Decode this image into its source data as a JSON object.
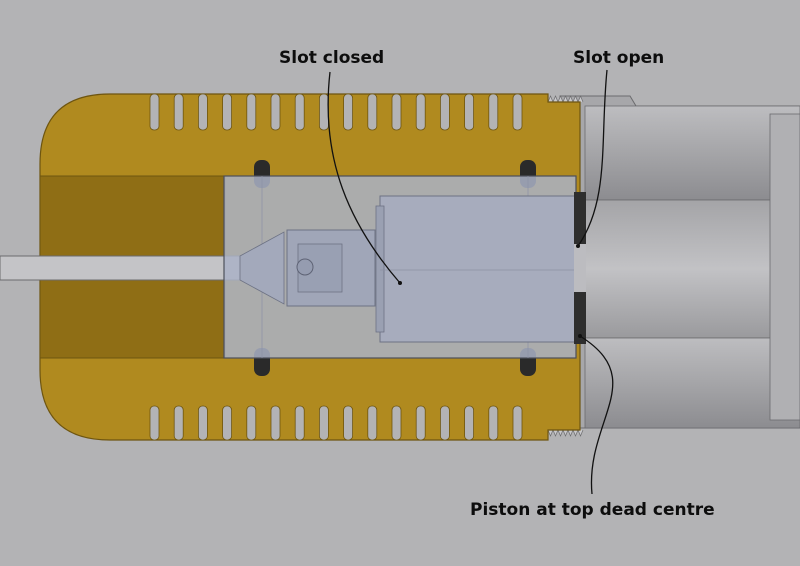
{
  "labels": {
    "slot_closed": "Slot closed",
    "slot_open": "Slot open",
    "piston_tdc": "Piston at top dead centre"
  },
  "colors": {
    "background": "#b3b3b5",
    "brass": "#b08a1f",
    "brass_dark": "#8a6a14",
    "steel": "#9a9a9e",
    "glass": "#a9b0c4",
    "seal": "#2a2a2a"
  }
}
